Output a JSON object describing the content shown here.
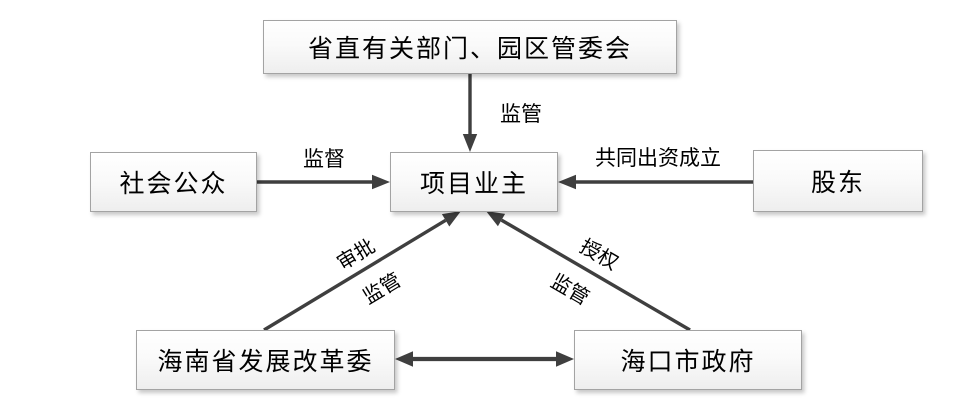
{
  "diagram": {
    "nodes": {
      "provincial_departments": "省直有关部门、园区管委会",
      "project_owner": "项目业主",
      "public": "社会公众",
      "shareholders": "股东",
      "hainan_drc": "海南省发展改革委",
      "haikou_gov": "海口市政府"
    },
    "edge_labels": {
      "top_regulate": "监管",
      "public_supervise": "监督",
      "joint_funding": "共同出资成立",
      "approve": "审批",
      "drc_regulate": "监管",
      "authorize": "授权",
      "gov_regulate": "监管"
    },
    "edges": [
      {
        "from": "省直有关部门、园区管委会",
        "to": "项目业主",
        "label": "监管",
        "direction": "one-way"
      },
      {
        "from": "社会公众",
        "to": "项目业主",
        "label": "监督",
        "direction": "one-way"
      },
      {
        "from": "股东",
        "to": "项目业主",
        "label": "共同出资成立",
        "direction": "one-way"
      },
      {
        "from": "海南省发展改革委",
        "to": "项目业主",
        "label": "审批 监管",
        "direction": "one-way"
      },
      {
        "from": "海口市政府",
        "to": "项目业主",
        "label": "授权 监管",
        "direction": "one-way"
      },
      {
        "from": "海南省发展改革委",
        "to": "海口市政府",
        "label": "",
        "direction": "two-way"
      }
    ],
    "colors": {
      "arrow": "#3f3f3f",
      "box_border": "#a3a3a3",
      "text": "#000000",
      "background": "#ffffff"
    }
  }
}
